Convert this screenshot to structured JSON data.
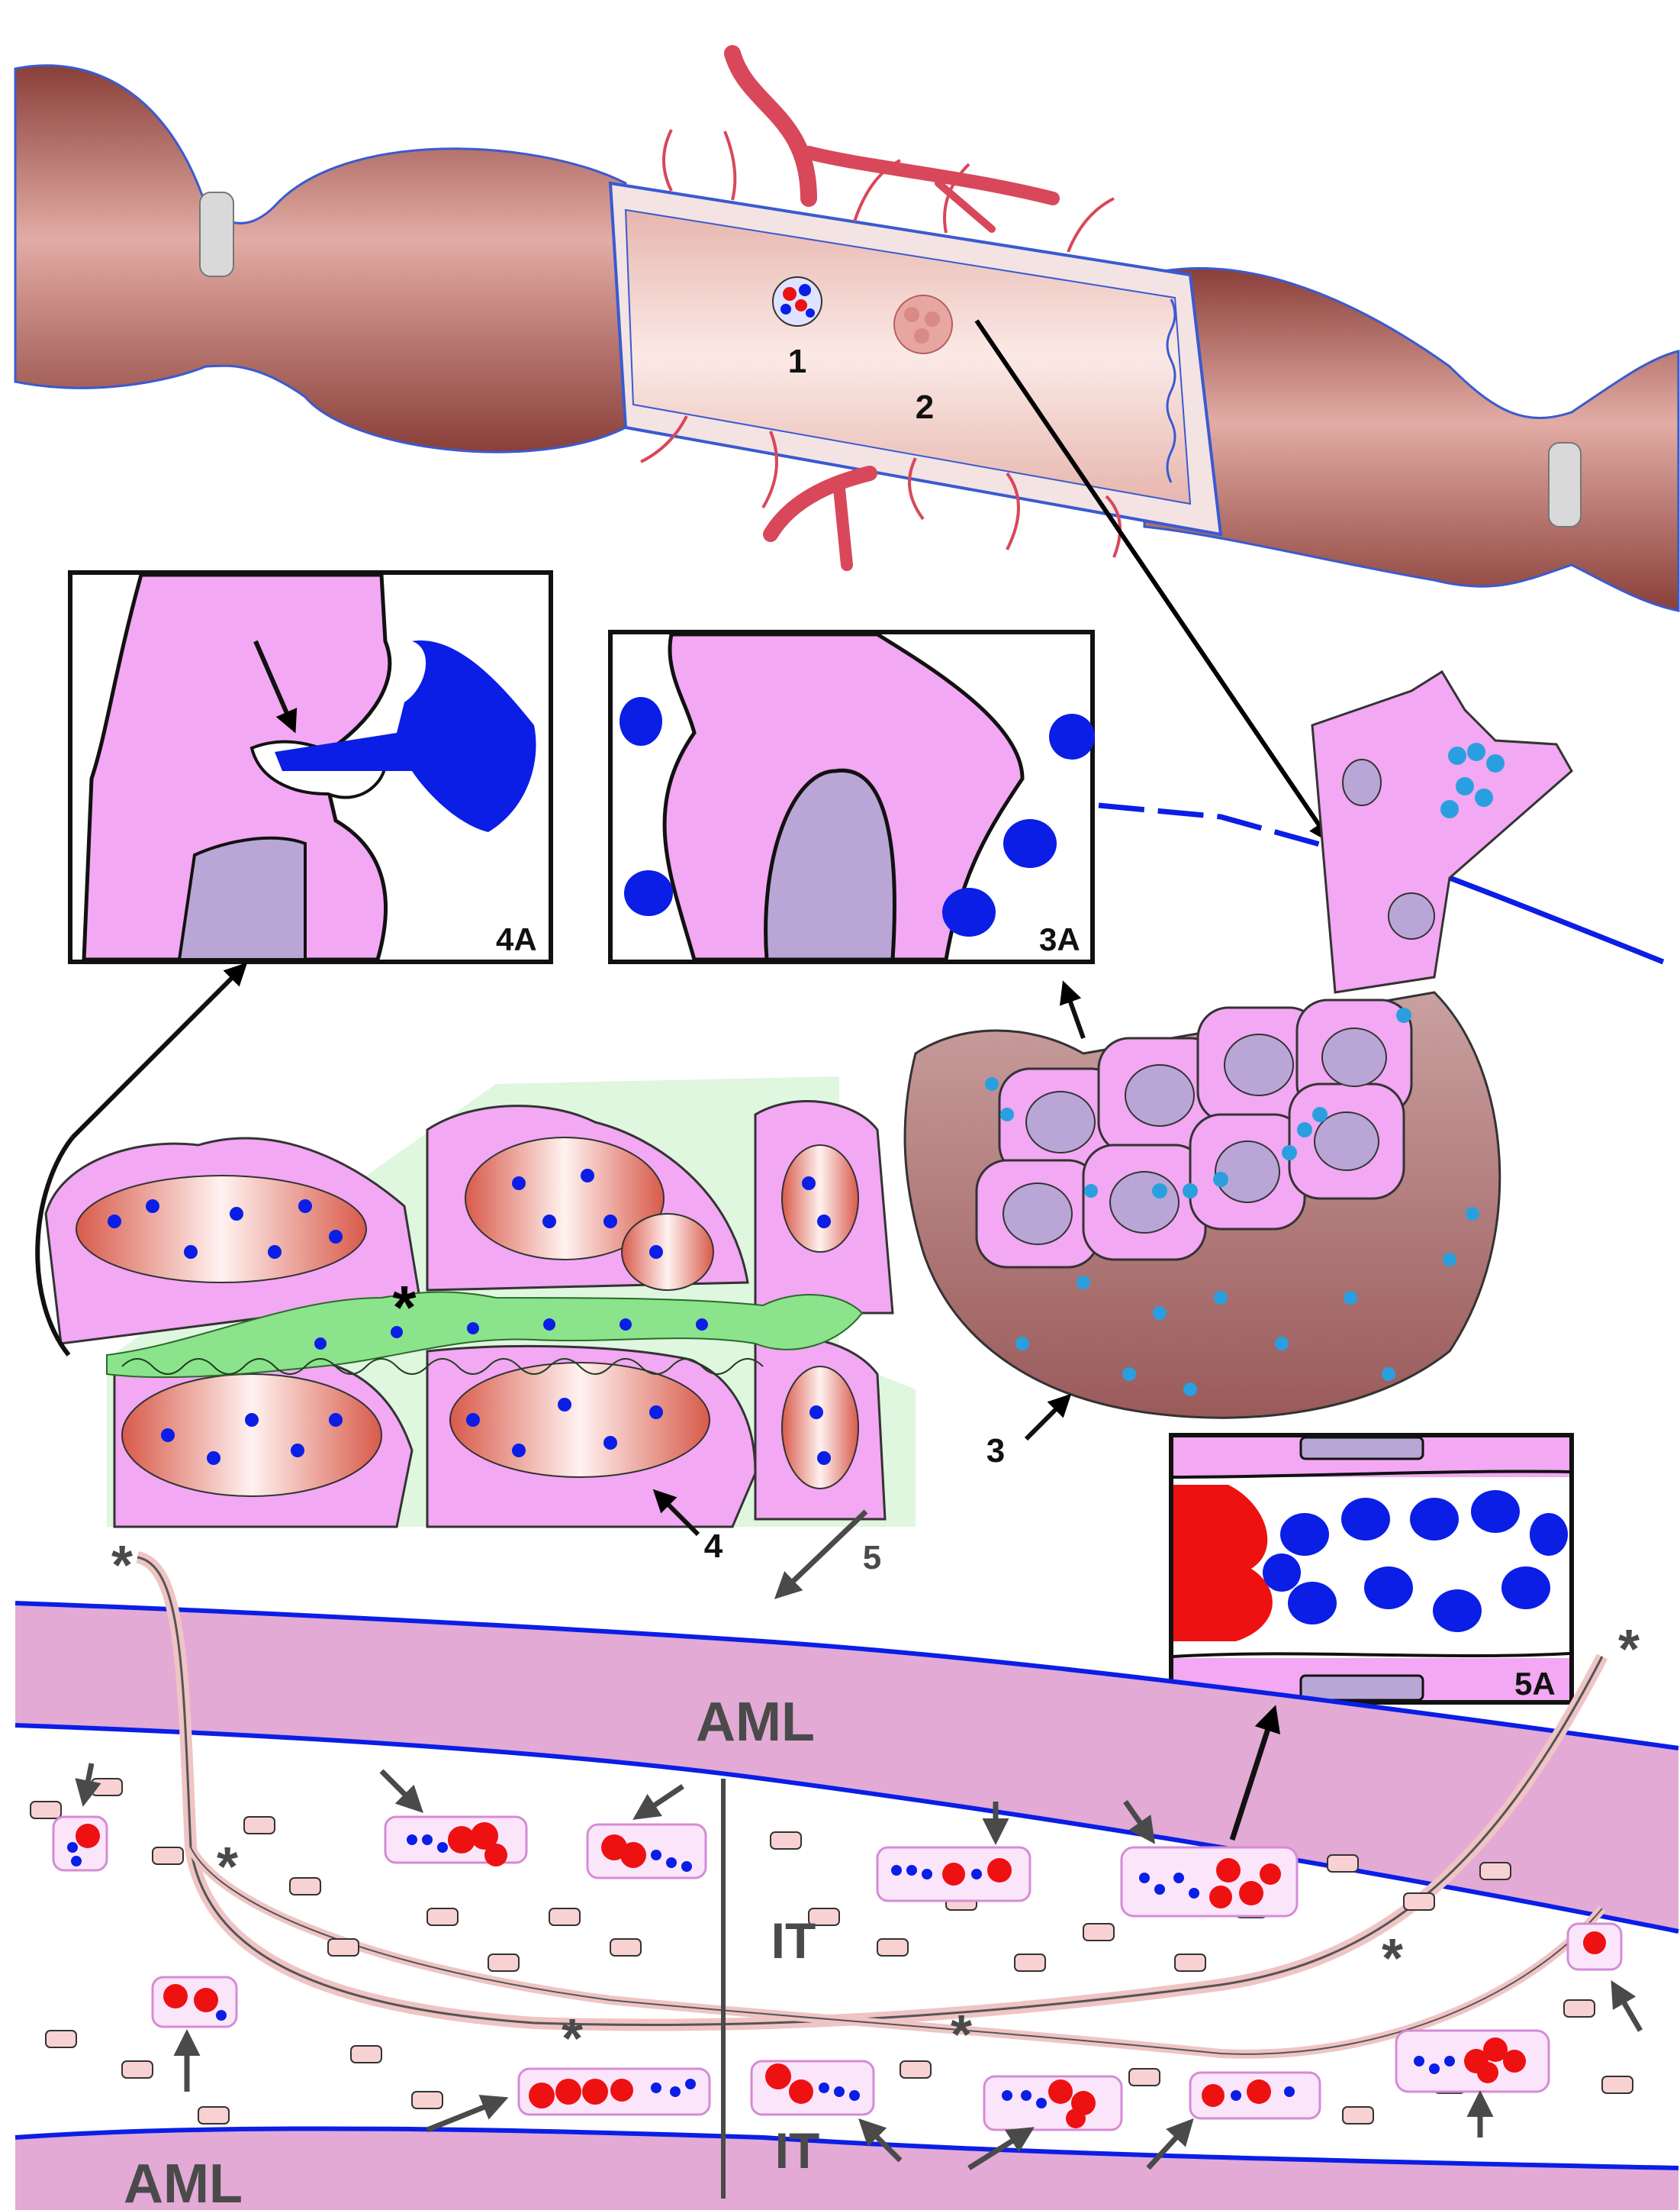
{
  "labels": {
    "n1": "1",
    "n2": "2",
    "n3": "3",
    "n4": "4",
    "n5": "5",
    "inset_4a": "4A",
    "inset_3a": "3A",
    "inset_5a": "5A",
    "aml_top": "AML",
    "aml_bottom": "AML",
    "it_upper": "IT",
    "it_lower": "IT",
    "asterisk": "*"
  },
  "colors": {
    "muscle": "#b8615a",
    "muscle_light": "#f1d2cc",
    "vessel": "#d9475a",
    "cell_pink": "#f2a8f2",
    "nucleus": "#b9a6d6",
    "blue": "#0a1ee6",
    "light_blue": "#2a9fe0",
    "red": "#ee1111",
    "green": "#8be38b",
    "aml_band": "#e2aad4",
    "arrow_gray": "#4a4a4a"
  }
}
